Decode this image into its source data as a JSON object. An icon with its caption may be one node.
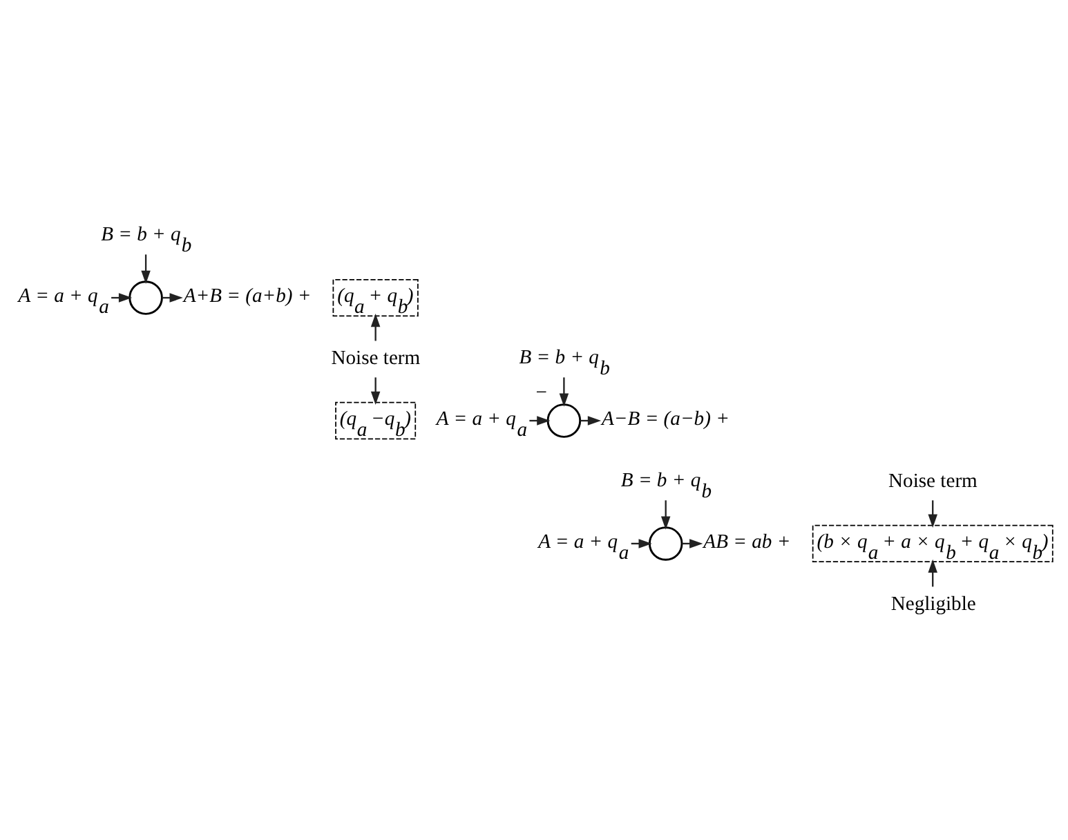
{
  "diagram": {
    "nodes": [
      {
        "text": [
          "B = b + q$_{b}$"
        ]
      },
      {
        "text": [
          "A = a + q$_{a}$"
        ]
      },
      {
        "text": [],
        "shape": "circle"
      },
      {
        "text": [
          "A+B = (a+b) +"
        ]
      },
      {
        "text": [
          "(q$_{a}$ + q$_{b}$)"
        ]
      },
      {
        "text": [
          "Noise term"
        ]
      },
      {
        "text": [
          "B = b + q$_{b}$"
        ]
      },
      {
        "text": [
          "A = a + q$_{a}$"
        ]
      },
      {
        "text": [],
        "shape": "circle",
        "beside": [
          "−"
        ]
      },
      {
        "text": [
          "A−B = (a−b) +"
        ]
      },
      {
        "text": [
          "(q$_{a}$ −q$_{b}$)"
        ]
      },
      {
        "text": [
          "Noise term"
        ]
      },
      {
        "text": [
          "B = b + q$_{b}$"
        ]
      },
      {
        "text": [
          "A = a + q$_{a}$"
        ]
      },
      {
        "text": [],
        "shape": "circle"
      },
      {
        "text": [
          "AB = ab +"
        ]
      },
      {
        "text": [
          "(b × q$_{a}$ + a × q$_{b}$ + q$_{a}$ × q$_{b}$)"
        ]
      },
      {
        "text": [
          "Negligible"
        ]
      }
    ],
    "edges": [
      {
        "from": 0,
        "to": 2,
        "arrow": "to"
      },
      {
        "from": 1,
        "to": 2,
        "arrow": "to"
      },
      {
        "from": 2,
        "to": 3,
        "arrow": "to"
      },
      {
        "from": 5,
        "to": 4,
        "arrow": "to"
      },
      {
        "from": 5,
        "to": 10,
        "arrow": "to"
      },
      {
        "from": 6,
        "to": 8,
        "arrow": "to"
      },
      {
        "from": 7,
        "to": 8,
        "arrow": "to"
      },
      {
        "from": 8,
        "to": 9,
        "arrow": "to"
      },
      {
        "from": 11,
        "to": 16,
        "arrow": "to"
      },
      {
        "from": 12,
        "to": 14,
        "arrow": "to"
      },
      {
        "from": 13,
        "to": 14,
        "arrow": "to"
      },
      {
        "from": 14,
        "to": 15,
        "arrow": "to"
      },
      {
        "from": 17,
        "to": 16,
        "arrow": "to"
      }
    ]
  }
}
